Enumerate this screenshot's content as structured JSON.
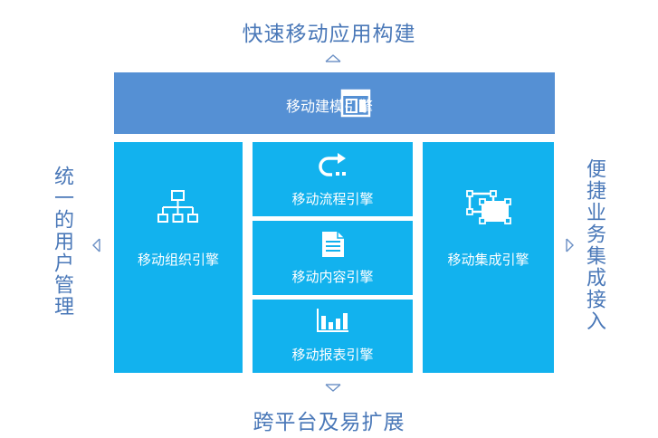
{
  "labels": {
    "top": "快速移动应用构建",
    "bottom": "跨平台及易扩展",
    "left": "统一的用户管理",
    "right": "便捷业务集成接入"
  },
  "engines": {
    "modeling": "移动建模引擎",
    "organization": "移动组织引擎",
    "process": "移动流程引擎",
    "content": "移动内容引擎",
    "report": "移动报表引擎",
    "integration": "移动集成引擎"
  },
  "colors": {
    "modeling_block": "#5590d4",
    "engine_block": "#12b2ee",
    "outer_text": "#4a78b8"
  },
  "icons": {
    "modeling": "layout-icon",
    "organization": "org-chart-icon",
    "process": "redo-arrow-icon",
    "content": "document-icon",
    "report": "bar-chart-icon",
    "integration": "connected-frames-icon"
  }
}
